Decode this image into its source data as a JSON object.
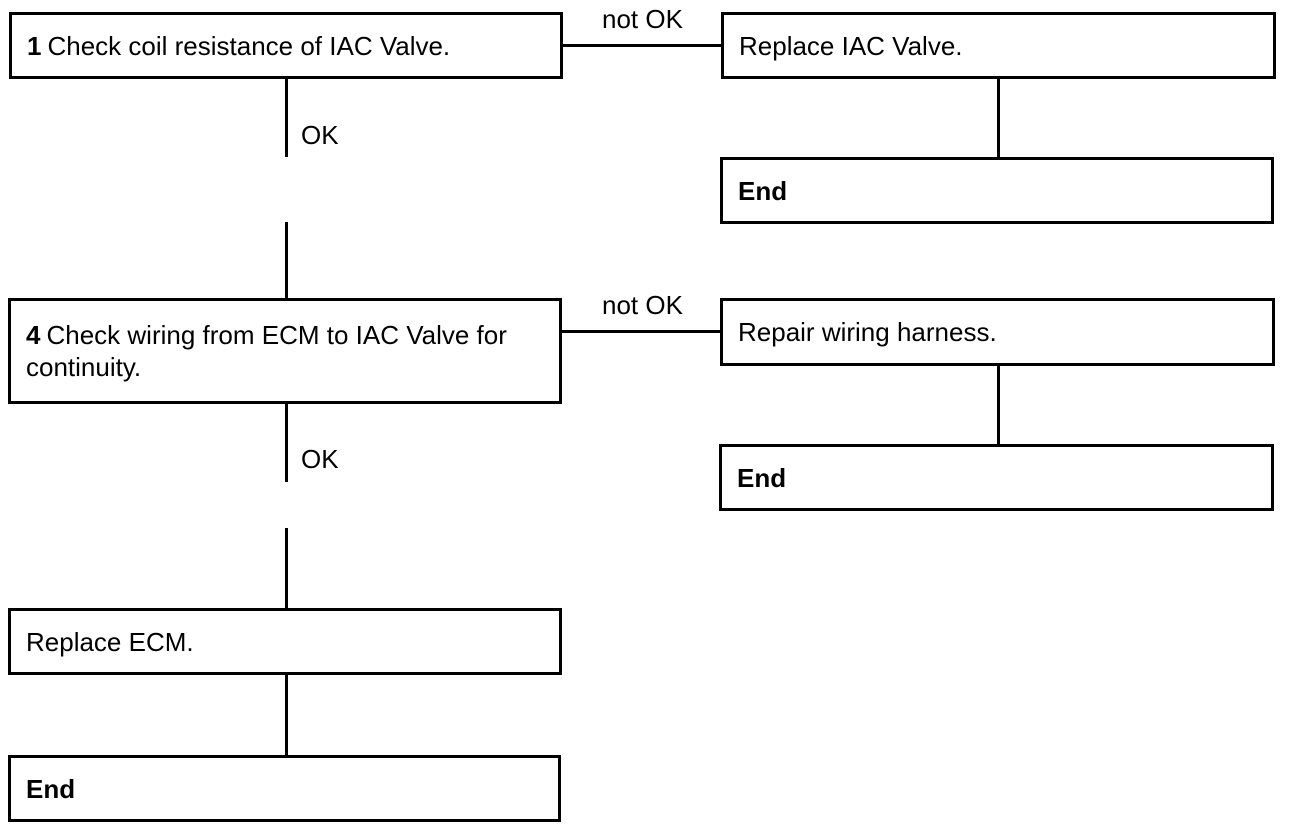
{
  "steps": {
    "step1": {
      "number": "1",
      "text": "Check coil resistance of IAC Valve."
    },
    "step4": {
      "number": "4",
      "text": "Check wiring from ECM to IAC Valve for continuity."
    }
  },
  "actions": {
    "replace_iac": "Replace IAC Valve.",
    "repair_wiring": "Repair wiring harness.",
    "replace_ecm": "Replace ECM."
  },
  "end_label": "End",
  "branch_labels": {
    "not_ok": "not OK",
    "ok": "OK"
  }
}
